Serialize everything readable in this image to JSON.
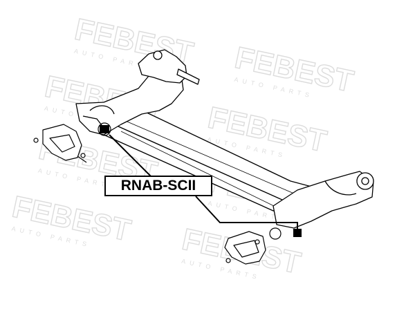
{
  "part_number": "RNAB-SCII",
  "watermark": {
    "brand": "FEBEST",
    "tagline": "AUTO PARTS"
  },
  "colors": {
    "line": "#000000",
    "watermark": "#dcdcdc",
    "background": "#ffffff"
  }
}
